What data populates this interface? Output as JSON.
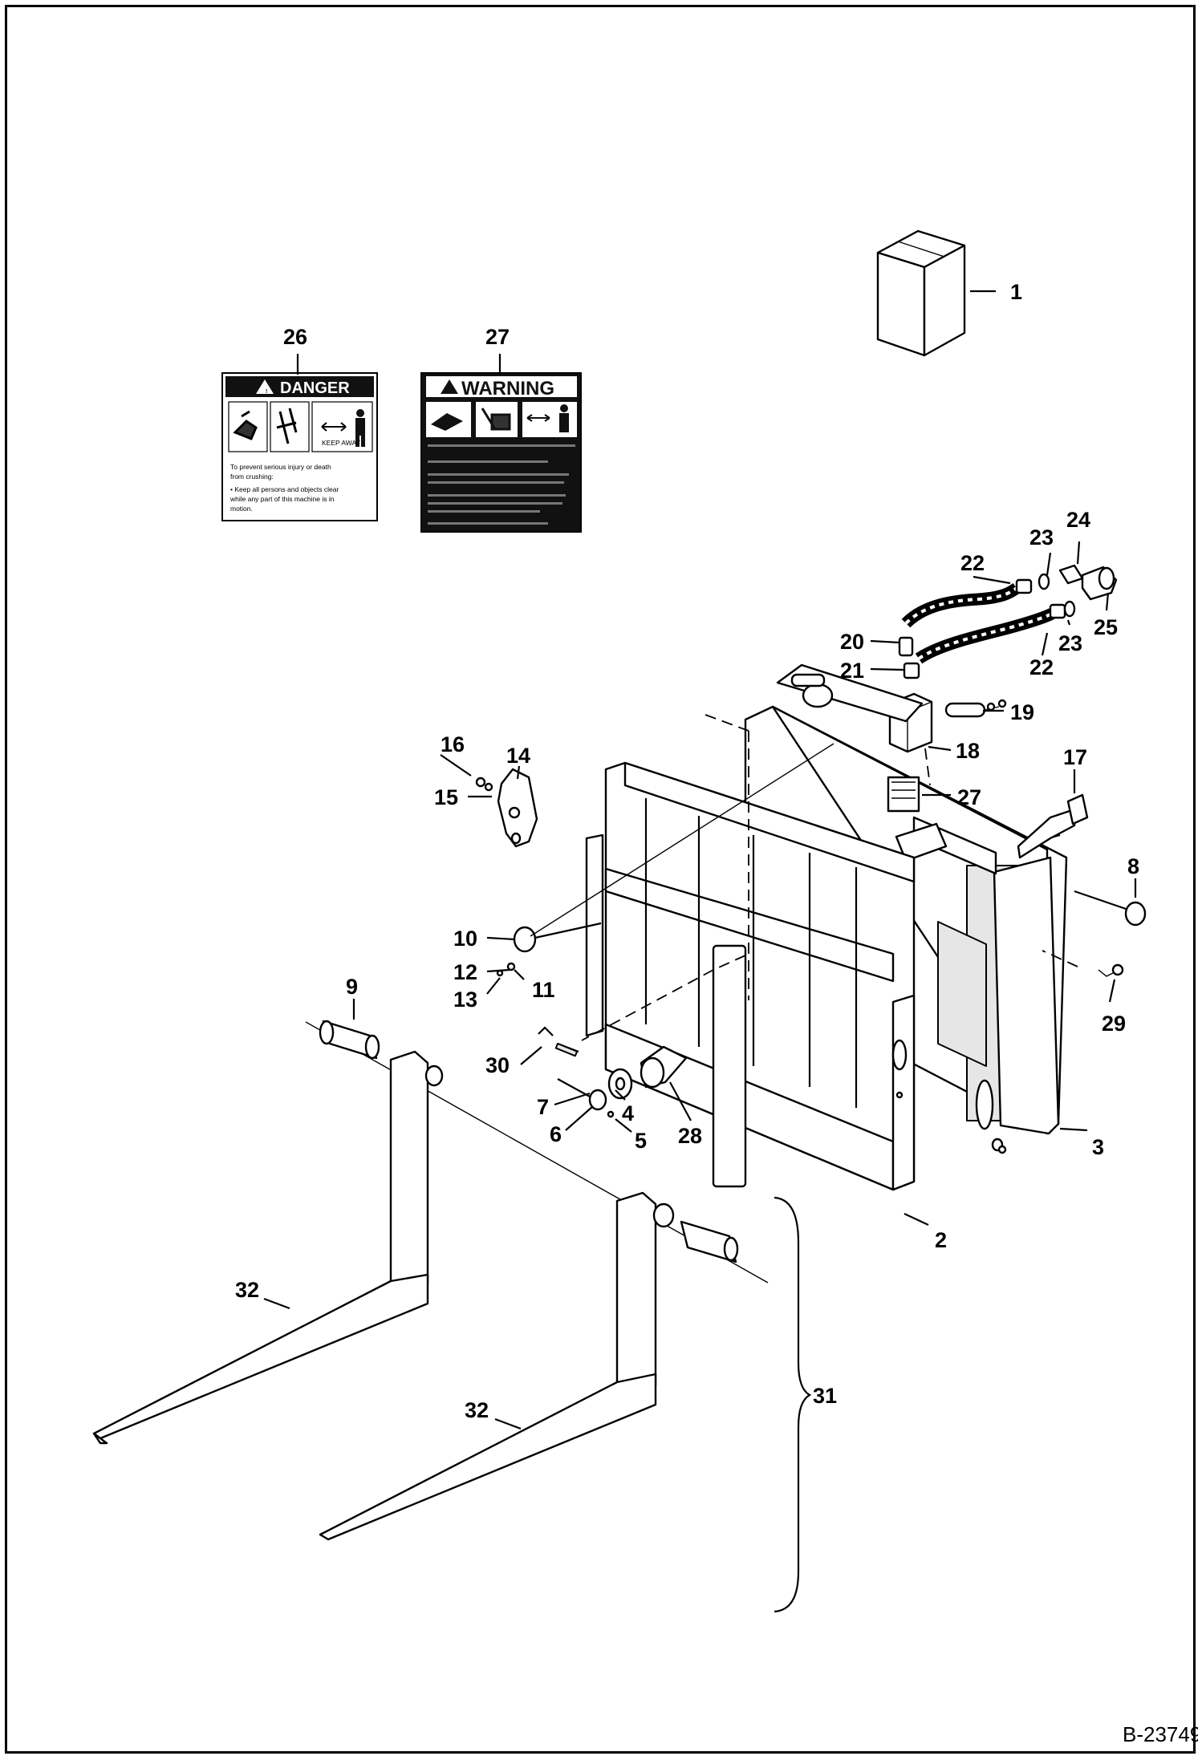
{
  "reference_number": "B-23749",
  "decals": {
    "danger": {
      "item": "26",
      "header": "DANGER",
      "body": [
        "To prevent serious injury or death",
        "from crushing:",
        "• Keep all persons and objects clear",
        "  while any part of this machine is in",
        "  motion."
      ]
    },
    "warning": {
      "item": "27",
      "header": "WARNING"
    }
  },
  "callouts": [
    "1",
    "2",
    "3",
    "4",
    "5",
    "6",
    "7",
    "8",
    "9",
    "10",
    "11",
    "12",
    "13",
    "14",
    "15",
    "16",
    "17",
    "18",
    "19",
    "20",
    "21",
    "22",
    "22",
    "23",
    "23",
    "24",
    "25",
    "26",
    "27",
    "27",
    "28",
    "29",
    "30",
    "31",
    "32",
    "32"
  ],
  "colors": {
    "line": "#000000",
    "background": "#ffffff",
    "decal_dark": "#111111"
  }
}
